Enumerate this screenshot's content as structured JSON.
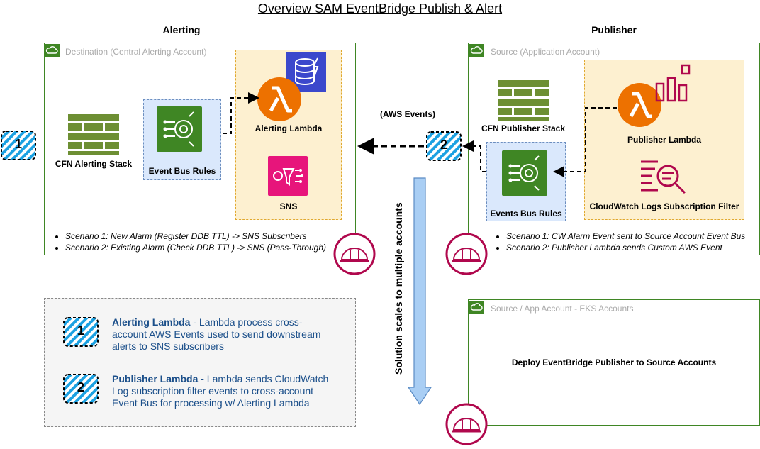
{
  "title": "Overview SAM EventBridge Publish & Alert",
  "alerting": {
    "heading": "Alerting",
    "group_label": "Destination (Central Alerting Account)",
    "stack_label": "CFN Alerting Stack",
    "rules_label": "Event Bus Rules",
    "lambda_label": "Alerting Lambda",
    "sns_label": "SNS",
    "bullets": [
      "Scenario 1: New Alarm (Register DDB TTL) -> SNS Subscribers",
      "Scenario 2: Existing Alarm (Check DDB TTL) -> SNS (Pass-Through)"
    ]
  },
  "publisher": {
    "heading": "Publisher",
    "group_label": "Source (Application Account)",
    "stack_label": "CFN Publisher Stack",
    "rules_label": "Events Bus Rules",
    "lambda_label": "Publisher Lambda",
    "logs_label": "CloudWatch Logs Subscription Filter",
    "bullets": [
      "Scenario 1: CW Alarm Event sent to Source Account Event Bus",
      "Scenario 2: Publisher Lambda sends Custom AWS Event"
    ]
  },
  "eks": {
    "group_label": "Source / App Account - EKS Accounts",
    "text": "Deploy EventBridge Publisher to Source Accounts"
  },
  "flow": {
    "aws_events_label": "(AWS Events)",
    "scale_label": "Solution scales to multiple accounts"
  },
  "markers": {
    "one": "1",
    "two": "2"
  },
  "legend": {
    "item1_title": "Alerting Lambda",
    "item1_text": " - Lambda process cross-account AWS Events used to send downstream alerts to SNS subscribers",
    "item2_title": "Publisher Lambda",
    "item2_text": " - Lambda sends CloudWatch Log subscription filter events to cross-account Event Bus for processing w/ Alerting Lambda"
  },
  "colors": {
    "group_border": "#3f8624",
    "lambda_orange": "#ed7100",
    "eventbridge_green": "#3f8624",
    "sns_pink": "#e7157b",
    "dynamodb_blue": "#2e27ad",
    "cloudwatch_pink": "#b0084d",
    "legend_text": "#1b4f8a",
    "badge_blue": "#1ba1e2"
  },
  "icons": [
    "cloud-icon",
    "firewall-icon",
    "eventbridge-icon",
    "lambda-icon",
    "dynamodb-icon",
    "sns-icon",
    "cloudwatch-logs-icon",
    "helmet-icon"
  ]
}
